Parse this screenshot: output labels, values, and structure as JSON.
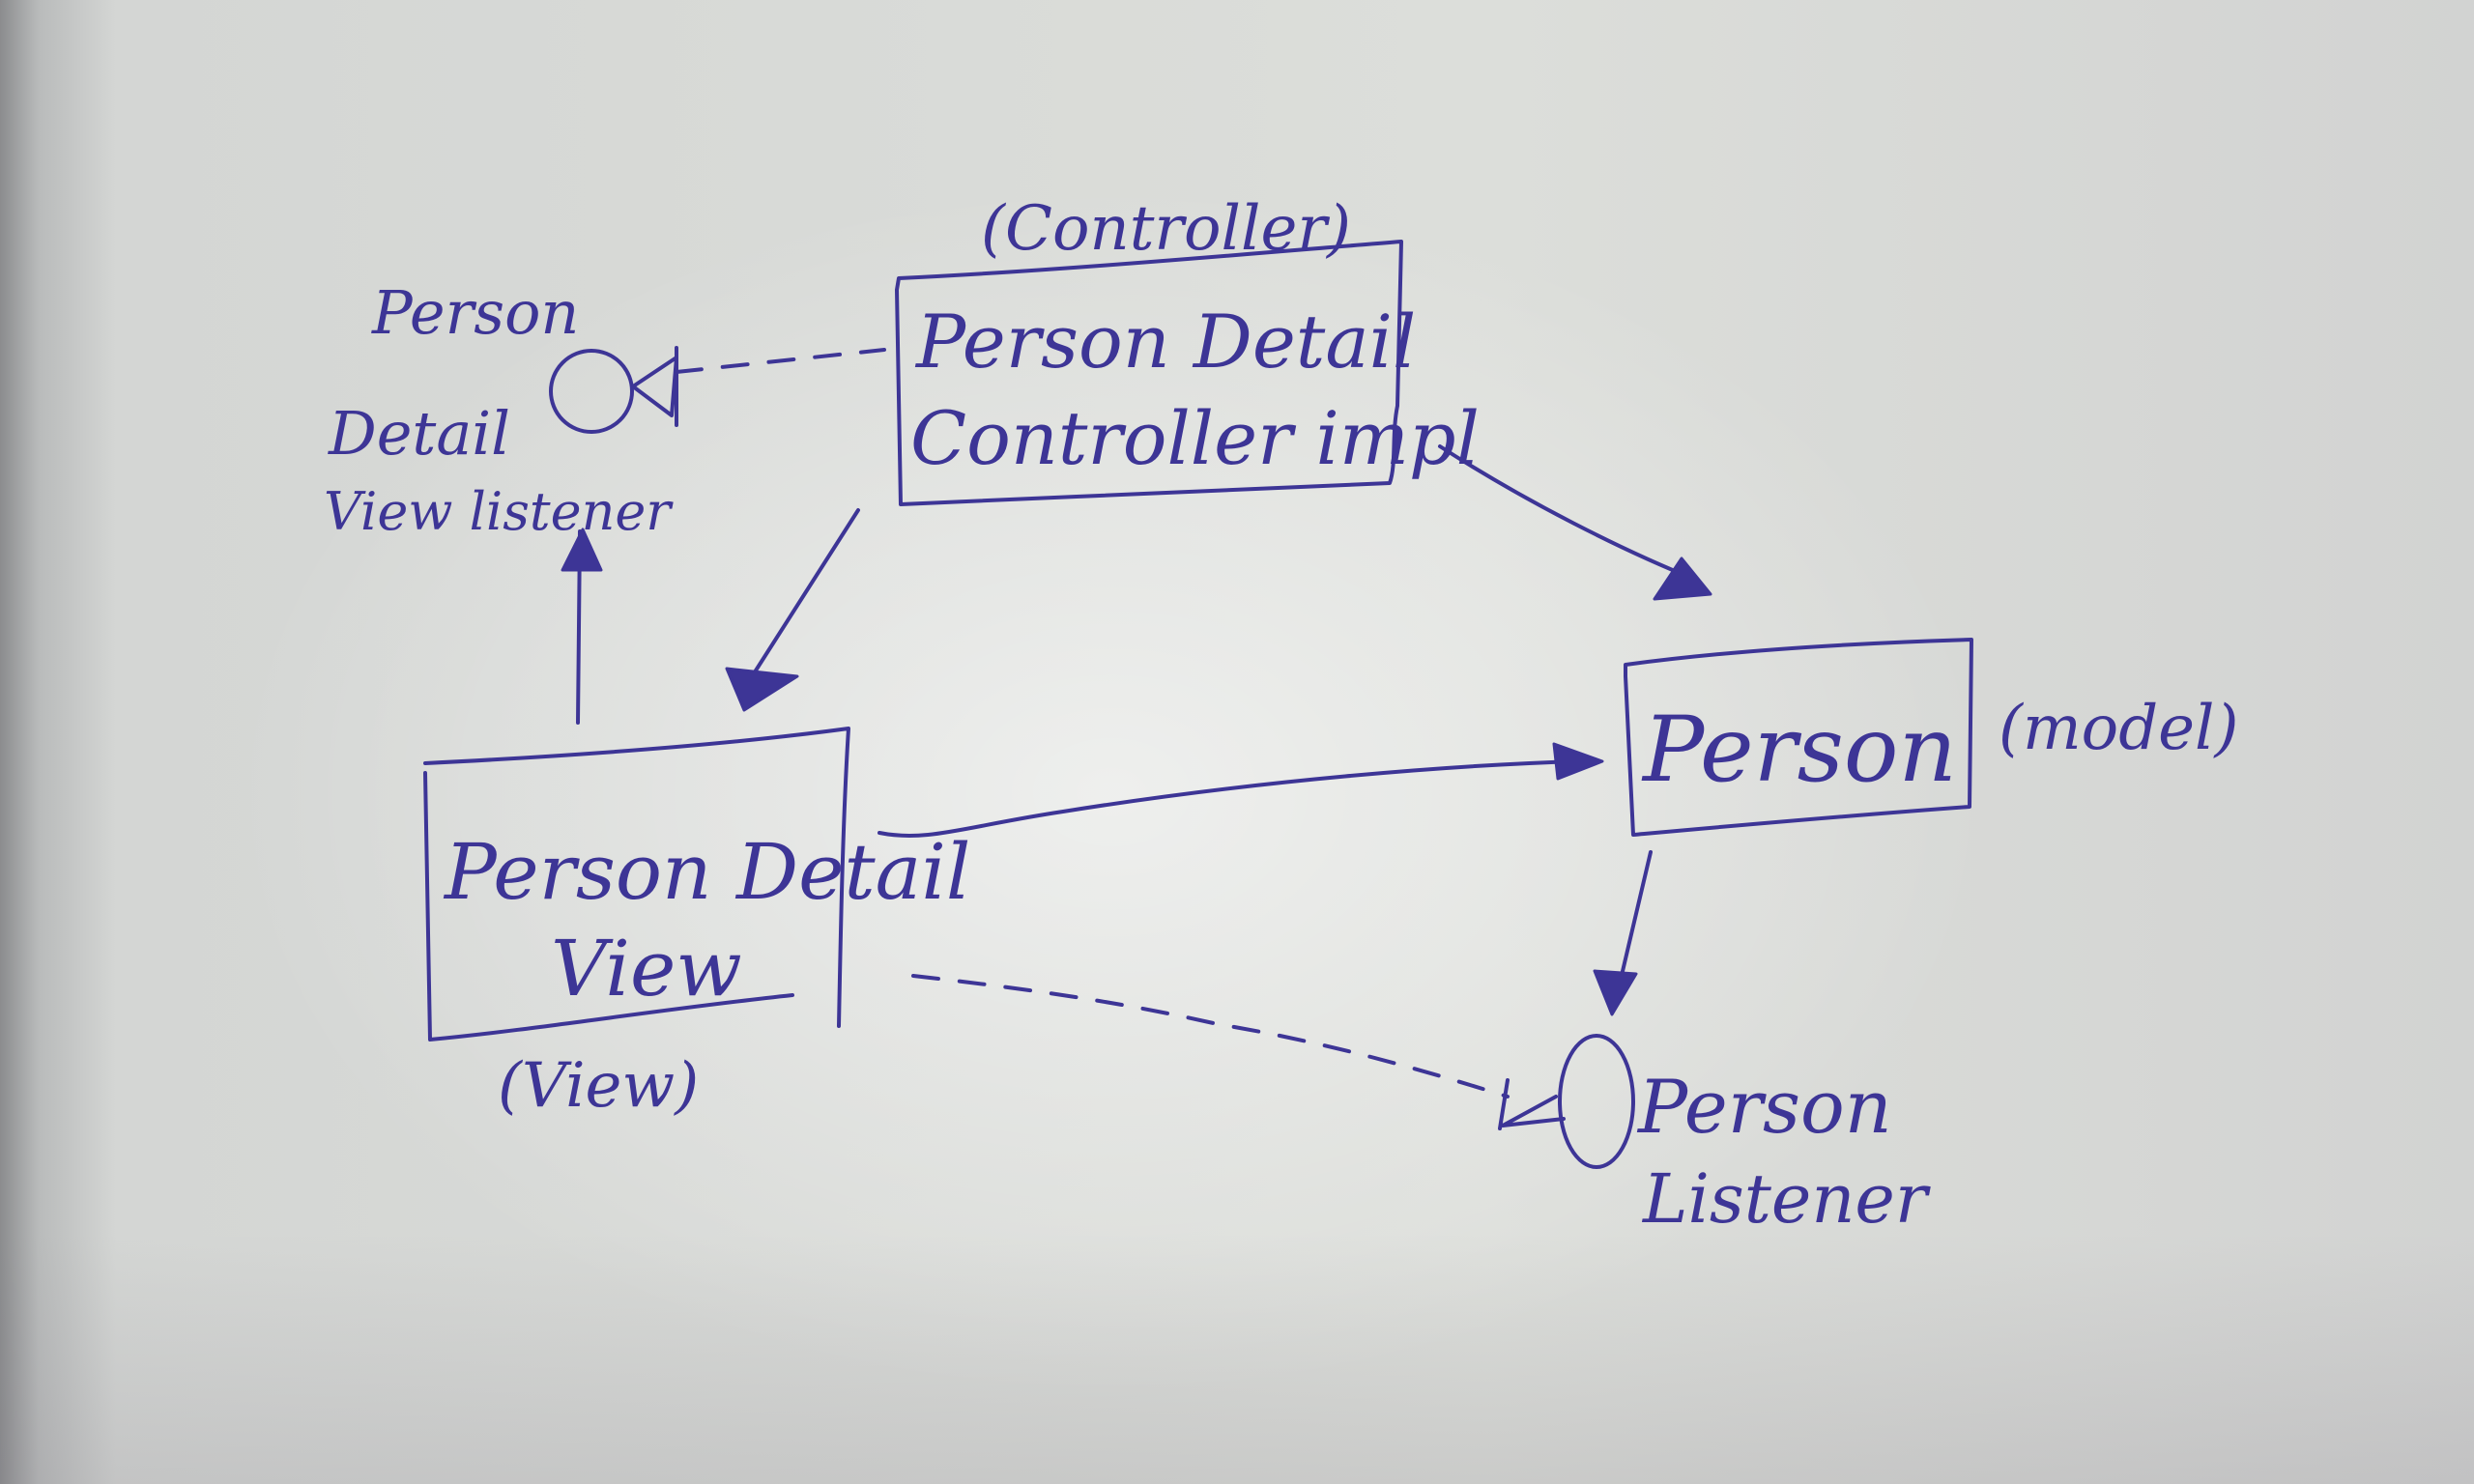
{
  "diagram": {
    "controller": {
      "role": "(Controller)",
      "line1": "Person Detail",
      "line2": "Controller impl"
    },
    "view_listener": {
      "line1": "Person",
      "line2": "Detail",
      "line3": "View listener"
    },
    "view": {
      "line1": "Person Detail",
      "line2": "View",
      "role": "(View)"
    },
    "model": {
      "name": "Person",
      "role": "(model)"
    },
    "person_listener": {
      "line1": "Person",
      "line2": "Listener"
    }
  },
  "colors": {
    "ink": "#3d3596",
    "paper": "#dcdeda"
  }
}
